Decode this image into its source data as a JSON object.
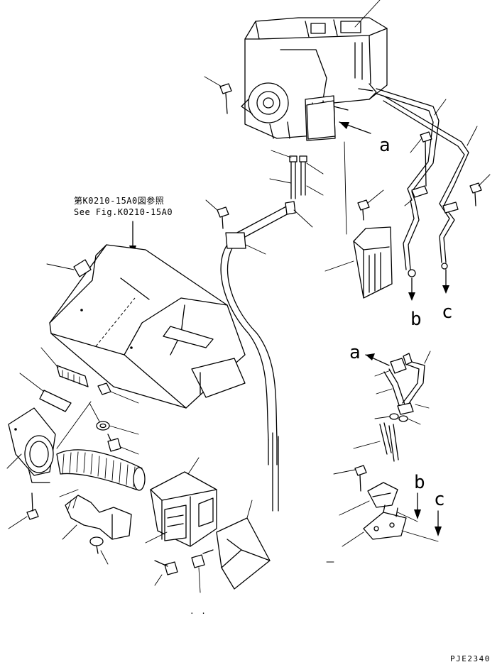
{
  "reference": {
    "japanese": "第K0210-15A0図参照",
    "english": "See Fig.K0210-15A0"
  },
  "markers": {
    "a_top": "a",
    "b_top": "b",
    "c_top": "c",
    "a_bottom": "a",
    "b_bottom": "b",
    "c_bottom": "c"
  },
  "drawing_code": "PJE2340"
}
